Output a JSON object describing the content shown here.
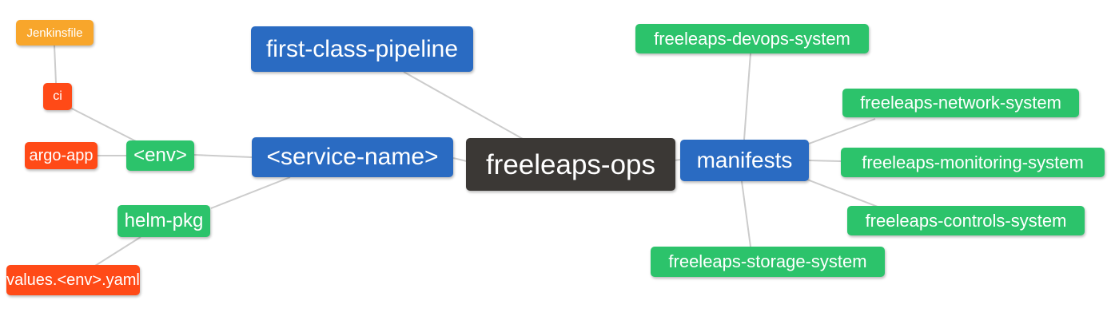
{
  "diagram": {
    "type": "mindmap",
    "background": "#ffffff",
    "edge_color": "#cccccc",
    "colors": {
      "blue": "#2A6BC2",
      "green": "#2CC36B",
      "red_orange": "#FF4A17",
      "amber": "#F8A62B",
      "dark": "#3B3835",
      "text": "#ffffff"
    },
    "root_label": "freeleaps-ops",
    "nodes": [
      {
        "id": "jenkinsfile",
        "label": "Jenkinsfile",
        "color": "#F8A62B"
      },
      {
        "id": "ci",
        "label": "ci",
        "color": "#FF4A17"
      },
      {
        "id": "argo-app",
        "label": "argo-app",
        "color": "#FF4A17"
      },
      {
        "id": "env",
        "label": "<env>",
        "color": "#2CC36B"
      },
      {
        "id": "helm-pkg",
        "label": "helm-pkg",
        "color": "#2CC36B"
      },
      {
        "id": "values-env-yaml",
        "label": "values.<env>.yaml",
        "color": "#FF4A17"
      },
      {
        "id": "service-name",
        "label": "<service-name>",
        "color": "#2A6BC2"
      },
      {
        "id": "first-class-pipeline",
        "label": "first-class-pipeline",
        "color": "#2A6BC2"
      },
      {
        "id": "freeleaps-ops",
        "label": "freeleaps-ops",
        "color": "#3B3835"
      },
      {
        "id": "manifests",
        "label": "manifests",
        "color": "#2A6BC2"
      },
      {
        "id": "freeleaps-devops-system",
        "label": "freeleaps-devops-system",
        "color": "#2CC36B"
      },
      {
        "id": "freeleaps-network-system",
        "label": "freeleaps-network-system",
        "color": "#2CC36B"
      },
      {
        "id": "freeleaps-monitoring-system",
        "label": "freeleaps-monitoring-system",
        "color": "#2CC36B"
      },
      {
        "id": "freeleaps-controls-system",
        "label": "freeleaps-controls-system",
        "color": "#2CC36B"
      },
      {
        "id": "freeleaps-storage-system",
        "label": "freeleaps-storage-system",
        "color": "#2CC36B"
      }
    ],
    "edges": [
      {
        "from": "jenkinsfile",
        "to": "ci"
      },
      {
        "from": "ci",
        "to": "env"
      },
      {
        "from": "argo-app",
        "to": "env"
      },
      {
        "from": "env",
        "to": "service-name"
      },
      {
        "from": "service-name",
        "to": "helm-pkg"
      },
      {
        "from": "helm-pkg",
        "to": "values-env-yaml"
      },
      {
        "from": "first-class-pipeline",
        "to": "freeleaps-ops"
      },
      {
        "from": "service-name",
        "to": "freeleaps-ops"
      },
      {
        "from": "freeleaps-ops",
        "to": "manifests"
      },
      {
        "from": "manifests",
        "to": "freeleaps-devops-system"
      },
      {
        "from": "manifests",
        "to": "freeleaps-network-system"
      },
      {
        "from": "manifests",
        "to": "freeleaps-monitoring-system"
      },
      {
        "from": "manifests",
        "to": "freeleaps-controls-system"
      },
      {
        "from": "manifests",
        "to": "freeleaps-storage-system"
      }
    ]
  }
}
